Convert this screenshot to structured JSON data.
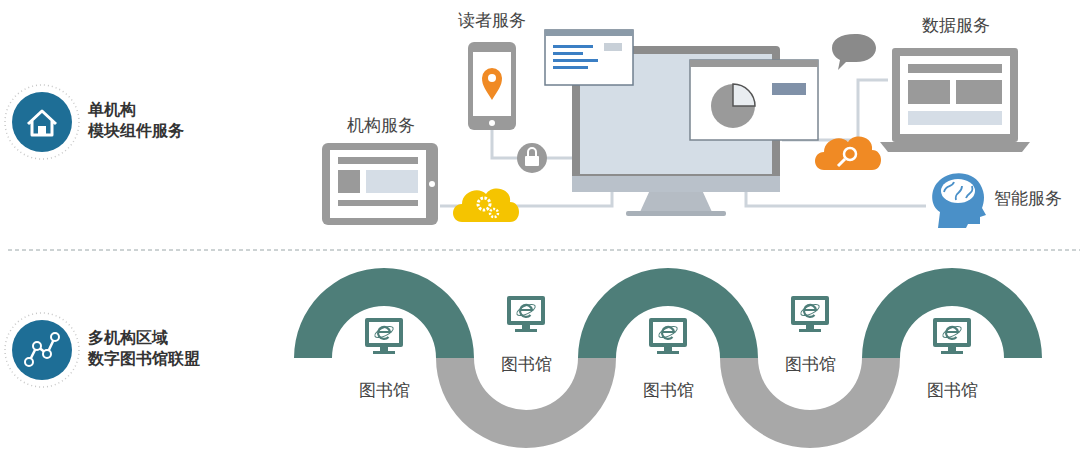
{
  "diagram": {
    "nodes": [
      {
        "text": [
          "单机构 模块组件服务"
        ]
      },
      {
        "text": [
          "机构服务"
        ]
      },
      {
        "text": [
          "读者服务"
        ]
      },
      {
        "text": [
          "数据服务"
        ]
      },
      {
        "text": [
          "智能服务"
        ]
      },
      {
        "text": [
          "多机构区域 数字图书馆联盟"
        ]
      },
      {
        "text": [
          "图书馆"
        ]
      },
      {
        "text": [
          "图书馆"
        ]
      },
      {
        "text": [
          "图书馆"
        ]
      },
      {
        "text": [
          "图书馆"
        ]
      },
      {
        "text": [
          "图书馆"
        ]
      }
    ]
  }
}
